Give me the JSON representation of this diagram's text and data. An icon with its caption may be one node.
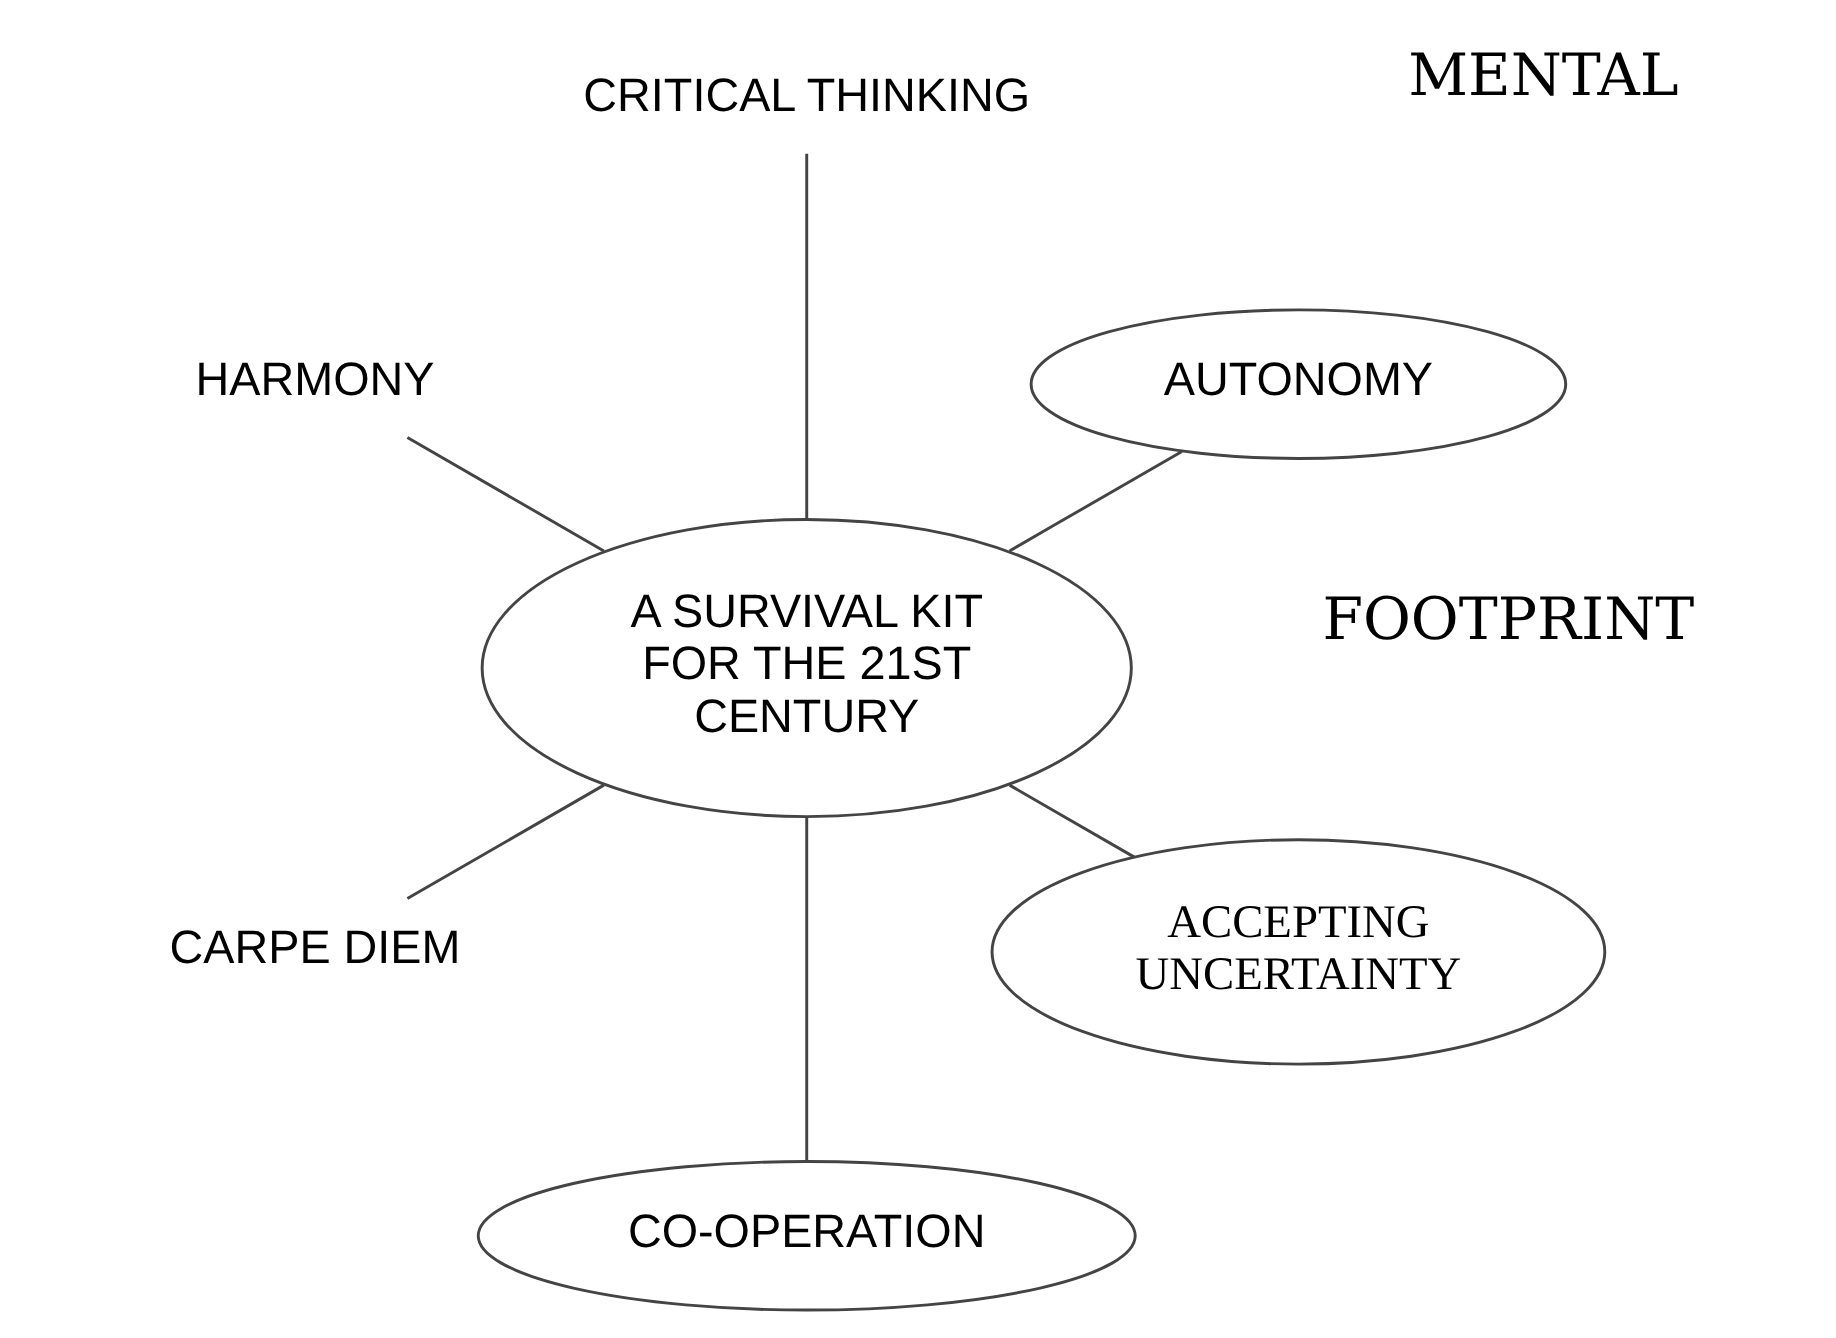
{
  "diagram": {
    "nodes": [
      {
        "text": [
          "A SURVIVAL KIT FOR THE 21ST CENTURY"
        ]
      },
      {
        "text": [
          "AUTONOMY"
        ]
      },
      {
        "text": [
          "CRITICAL THINKING"
        ]
      },
      {
        "text": [
          "HARMONY"
        ]
      },
      {
        "text": [
          "CARPE DIEM"
        ]
      },
      {
        "text": [
          "CO-OPERATION"
        ]
      },
      {
        "text": [
          "ACCEPTING UNCERTAINTY"
        ]
      }
    ],
    "edges": [
      {
        "from": 0,
        "to": 1,
        "arrow": "none"
      },
      {
        "from": 0,
        "to": 2,
        "arrow": "none"
      },
      {
        "from": 0,
        "to": 3,
        "arrow": "none"
      },
      {
        "from": 0,
        "to": 4,
        "arrow": "none"
      },
      {
        "from": 0,
        "to": 5,
        "arrow": "none"
      },
      {
        "from": 0,
        "to": 6,
        "arrow": "none"
      }
    ],
    "labels": [
      "MENTAL",
      "FOOTPRINT"
    ]
  }
}
